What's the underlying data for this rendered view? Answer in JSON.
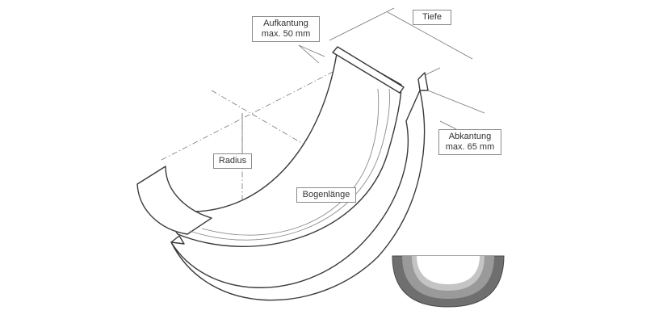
{
  "labels": {
    "aufkantung": {
      "line1": "Aufkantung",
      "line2": "max. 50 mm"
    },
    "tiefe": "Tiefe",
    "abkantung": {
      "line1": "Abkantung",
      "line2": "max. 65 mm"
    },
    "radius": "Radius",
    "bogenlaenge": "Bogenlänge"
  },
  "colors": {
    "outline": "#3a3a3a",
    "dimension": "#777777",
    "thumb_outer": "#6f6f6f",
    "thumb_mid": "#9a9a9a",
    "thumb_inner": "#c4c4c4",
    "thumb_edge": "#4a4a4a"
  }
}
